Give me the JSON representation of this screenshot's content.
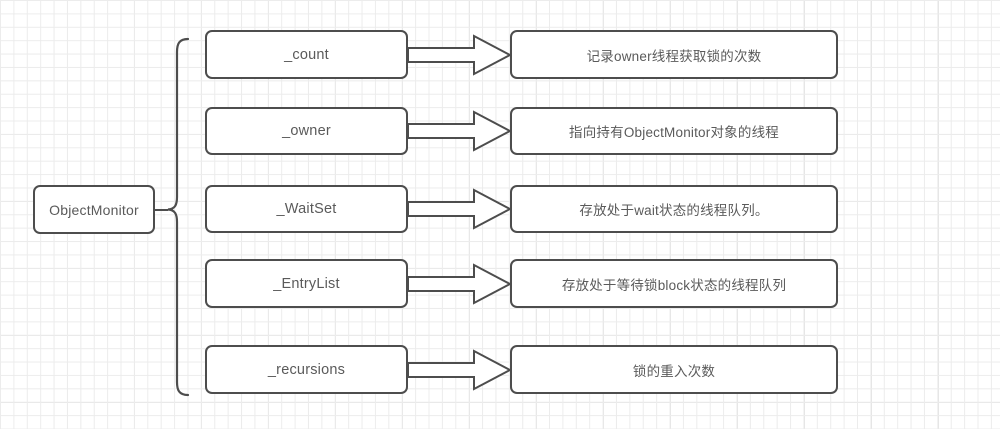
{
  "diagram": {
    "title": "ObjectMonitor fields diagram",
    "root": {
      "label": "ObjectMonitor"
    },
    "brace": {
      "icon": "left-curly-brace-icon"
    },
    "colors": {
      "stroke": "#4d4d4d",
      "text": "#5a5a5a",
      "fill": "#ffffff",
      "grid_minor": "#ececec",
      "grid_major": "#e2e2e2"
    },
    "rows": [
      {
        "field": "_count",
        "description": "记录owner线程获取锁的次数",
        "arrow": "block-arrow-right-icon"
      },
      {
        "field": "_owner",
        "description": "指向持有ObjectMonitor对象的线程",
        "arrow": "block-arrow-right-icon"
      },
      {
        "field": "_WaitSet",
        "description": "存放处于wait状态的线程队列。",
        "arrow": "block-arrow-right-icon"
      },
      {
        "field": "_EntryList",
        "description": "存放处于等待锁block状态的线程队列",
        "arrow": "block-arrow-right-icon"
      },
      {
        "field": "_recursions",
        "description": "锁的重入次数",
        "arrow": "block-arrow-right-icon"
      }
    ]
  }
}
